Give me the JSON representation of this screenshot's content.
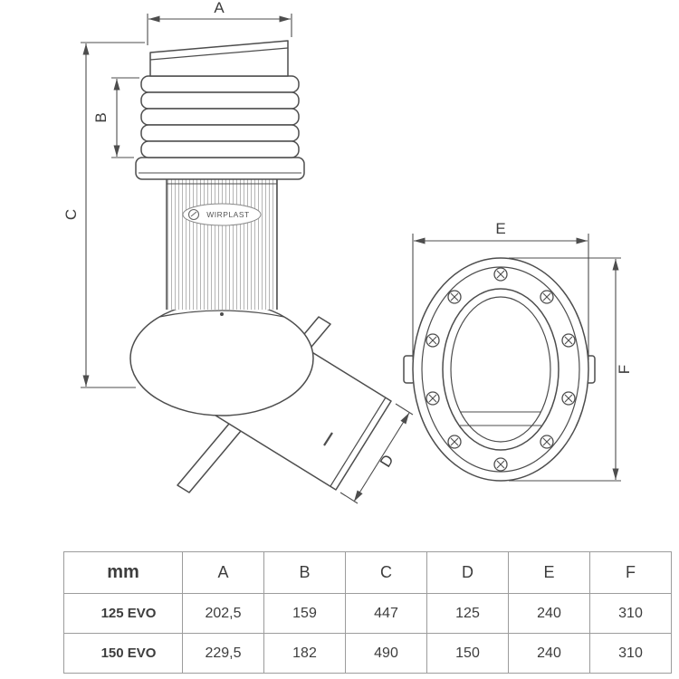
{
  "diagram": {
    "dim_labels": {
      "A": "A",
      "B": "B",
      "C": "C",
      "D": "D",
      "E": "E",
      "F": "F"
    },
    "logo_text": "WIRPLAST",
    "line_color": "#4d4d4d"
  },
  "table": {
    "unit_header": "mm",
    "columns": [
      "A",
      "B",
      "C",
      "D",
      "E",
      "F"
    ],
    "rows": [
      {
        "name": "125 EVO",
        "values": [
          "202,5",
          "159",
          "447",
          "125",
          "240",
          "310"
        ]
      },
      {
        "name": "150 EVO",
        "values": [
          "229,5",
          "182",
          "490",
          "150",
          "240",
          "310"
        ]
      }
    ]
  }
}
